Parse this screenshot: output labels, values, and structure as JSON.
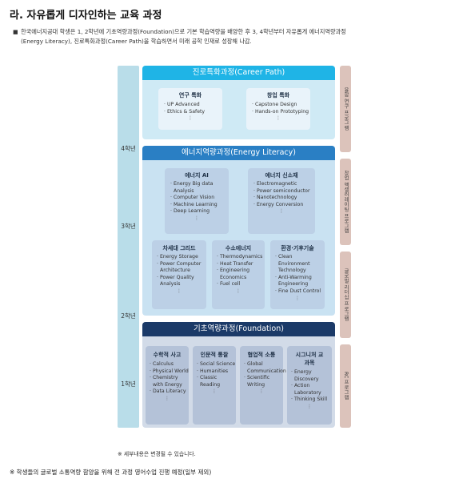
{
  "title": "라. 자유롭게 디자인하는 교육 과정",
  "intro": {
    "bullet": "■",
    "line1": "한국에너지공대 학생은 1, 2학년에 기초역량과정(Foundation)으로 기본 학습역량을 배양한 후 3, 4학년부터 자유롭게 에너지역량과정",
    "line2": "(Energy Literacy), 진로특화과정(Career Path)을 학습하면서 미래 공학 인재로 성장해 나감."
  },
  "years": [
    "4학년",
    "3학년",
    "2학년",
    "1학년"
  ],
  "side_labels": [
    "융합 연구 프로그램",
    "창업 액셀러레이팅 프로그램",
    "글로벌 리더십 프로그램",
    "RC 프로그램"
  ],
  "career": {
    "heading": "진로특화과정(Career Path)",
    "boxes": [
      {
        "title": "연구 특화",
        "items": [
          "UP Advanced",
          "Ethics & Safety"
        ],
        "more": "⋮"
      },
      {
        "title": "창업 특화",
        "items": [
          "Capstone Design",
          "Hands-on Prototyping"
        ],
        "more": "⋮"
      }
    ]
  },
  "energy": {
    "heading": "에너지역량과정(Energy Literacy)",
    "boxes": [
      {
        "title": "에너지 AI",
        "items": [
          "Energy Big data Analysis",
          "Computer Vision",
          "Machine Learning",
          "Deep Learning"
        ],
        "more": "⋮"
      },
      {
        "title": "에너지 신소재",
        "items": [
          "Electromagnetic",
          "Power semiconductor",
          "Nanotechnology",
          "Energy Conversion"
        ],
        "more": "⋮"
      },
      {
        "title": "차세대 그리드",
        "items": [
          "Energy Storage",
          "Power Computer Architecture",
          "Power Quality Analysis"
        ],
        "more": "⋮"
      },
      {
        "title": "수소에너지",
        "items": [
          "Thermodynamics",
          "Heat Transfer",
          "Engineering Economics",
          "Fuel cell"
        ],
        "more": "⋮"
      },
      {
        "title": "환경·기후기술",
        "items": [
          "Clean Environment Technology",
          "Anti-Warming Engineering",
          "Fine Dust Control"
        ],
        "more": "⋮"
      }
    ]
  },
  "foundation": {
    "heading": "기초역량과정(Foundation)",
    "boxes": [
      {
        "title": "수학적 사고",
        "items": [
          "Calculus",
          "Physical World",
          "Chemistry with Energy",
          "Data Literacy"
        ],
        "more": "⋮"
      },
      {
        "title": "인문적 통찰",
        "items": [
          "Social Science",
          "Humanities",
          "Classic Reading"
        ],
        "more": "⋮"
      },
      {
        "title": "협업적 소통",
        "items": [
          "Global Communication",
          "Scientific Writing"
        ],
        "more": "⋮"
      },
      {
        "title": "시그니처 교과목",
        "items": [
          "Energy Discovery",
          "Action Laboratory",
          "Thinking Skill"
        ],
        "more": "⋮"
      }
    ]
  },
  "note_detail": "※ 세부내용은 변경될 수 있습니다.",
  "note_bottom": "※ 학생들의 글로벌 소통역량 함양을 위해 전 과정 영어수업 진행 예정(일부 제외)",
  "colors": {
    "career": "#1fb4e6",
    "energy": "#2a7fc4",
    "foundation": "#1b3a68",
    "box": "#bcd0e6",
    "year_bar": "#b9dde9",
    "side_bar": "#dcc3bb"
  }
}
